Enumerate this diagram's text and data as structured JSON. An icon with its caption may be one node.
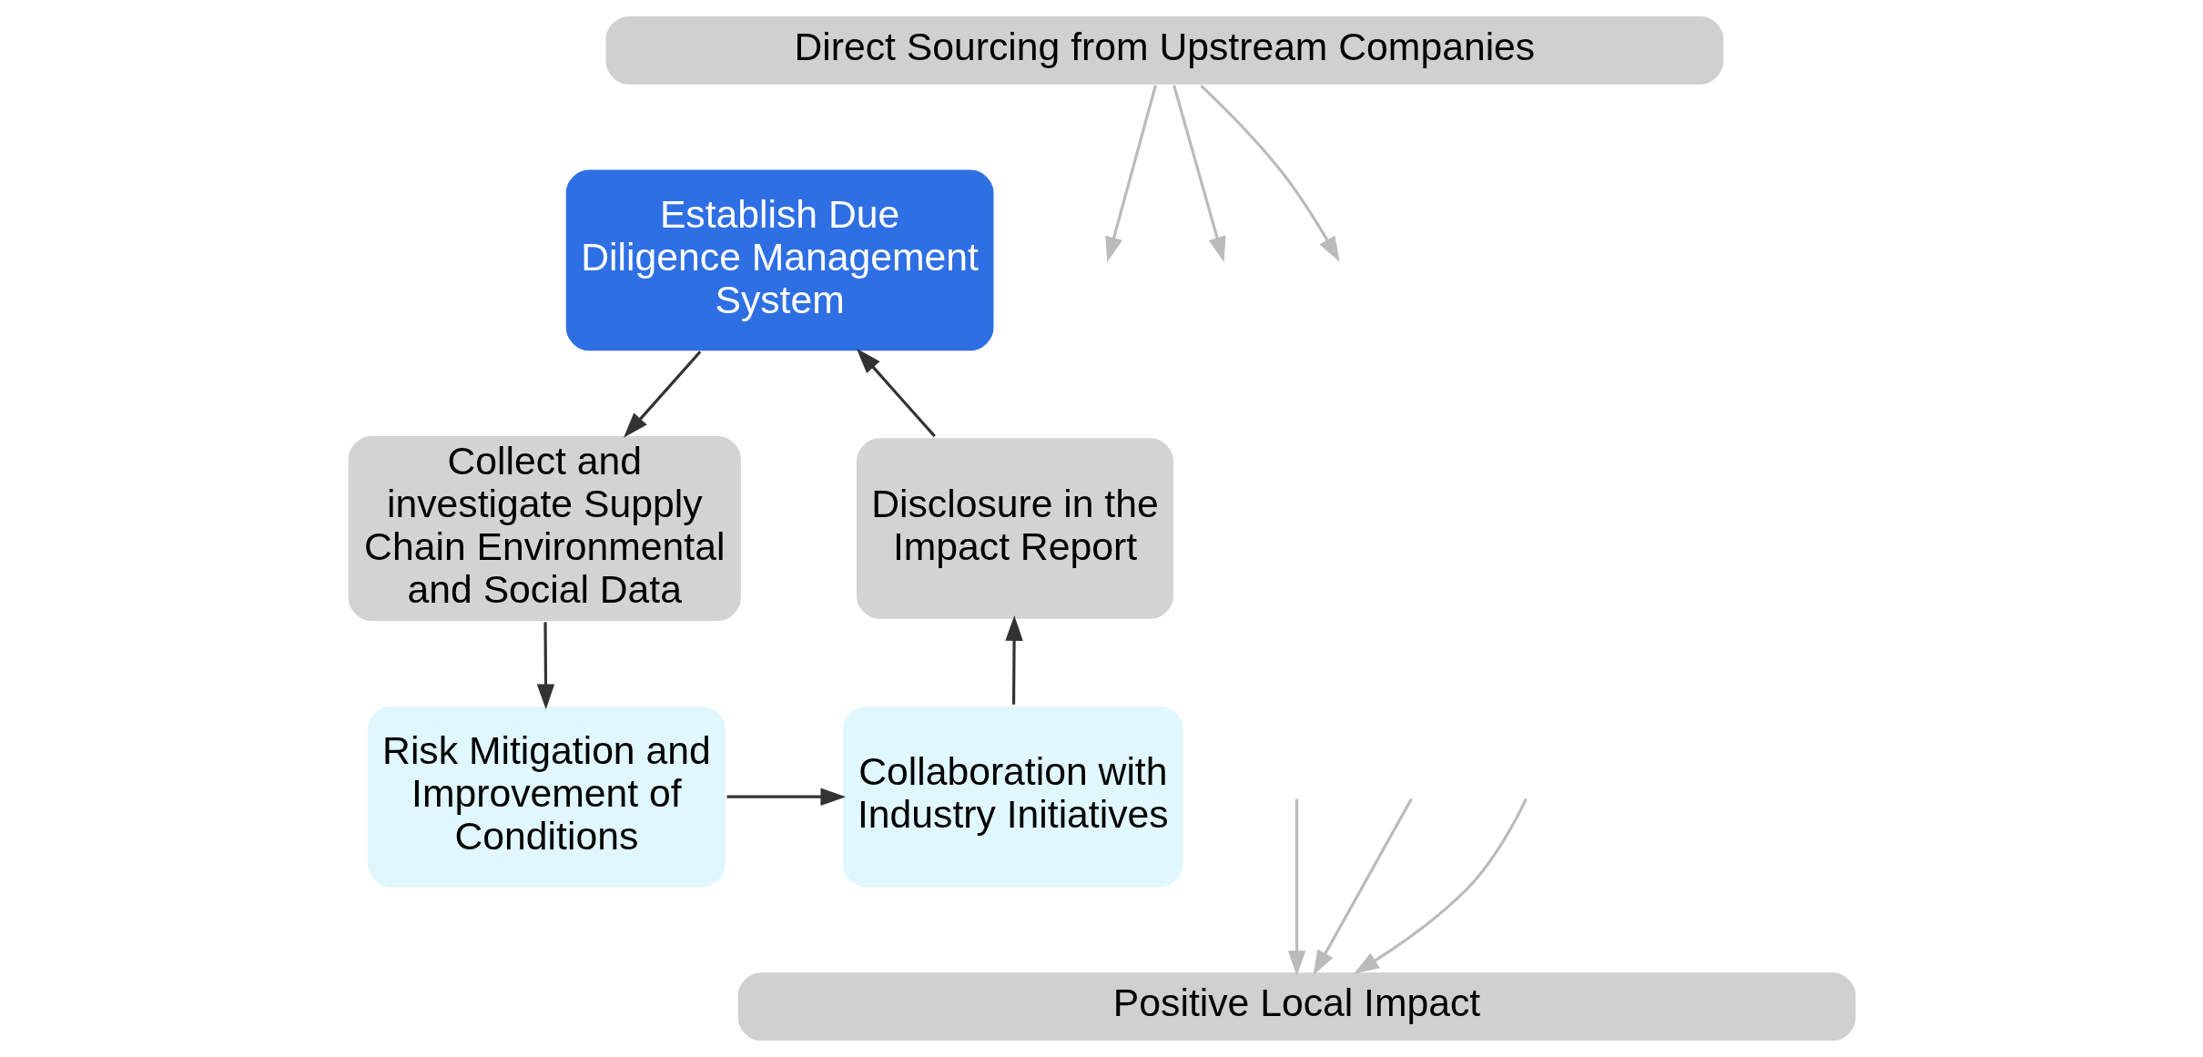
{
  "diagram": {
    "nodes": [
      {
        "text": [
          "Direct Sourcing from Upstream Companies"
        ]
      },
      {
        "text": [
          "Establish Due Diligence Management System"
        ]
      },
      {
        "text": [
          "Collect and investigate Supply Chain Environmental and Social Data"
        ]
      },
      {
        "text": [
          "Risk Mitigation and Improvement of Conditions"
        ]
      },
      {
        "text": [
          "Collaboration with Industry Initiatives"
        ]
      },
      {
        "text": [
          "Disclosure in the Impact Report"
        ]
      },
      {
        "text": [
          "Positive Local Impact"
        ]
      }
    ],
    "edges": [
      {
        "from": 1,
        "to": 2,
        "arrow": "to",
        "color": "#333333"
      },
      {
        "from": 2,
        "to": 3,
        "arrow": "to",
        "color": "#333333"
      },
      {
        "from": 3,
        "to": 4,
        "arrow": "to",
        "color": "#333333"
      },
      {
        "from": 4,
        "to": 5,
        "arrow": "to",
        "color": "#333333"
      },
      {
        "from": 5,
        "to": 1,
        "arrow": "to",
        "color": "#333333"
      },
      {
        "from": 0,
        "to": null,
        "arrow": "to"
      },
      {
        "from": 0,
        "to": null,
        "arrow": "to"
      },
      {
        "from": 0,
        "to": null,
        "arrow": "to"
      },
      {
        "from": null,
        "to": 6,
        "arrow": "to"
      },
      {
        "from": null,
        "to": 6,
        "arrow": "to"
      },
      {
        "from": null,
        "to": 6,
        "arrow": "to"
      }
    ]
  }
}
